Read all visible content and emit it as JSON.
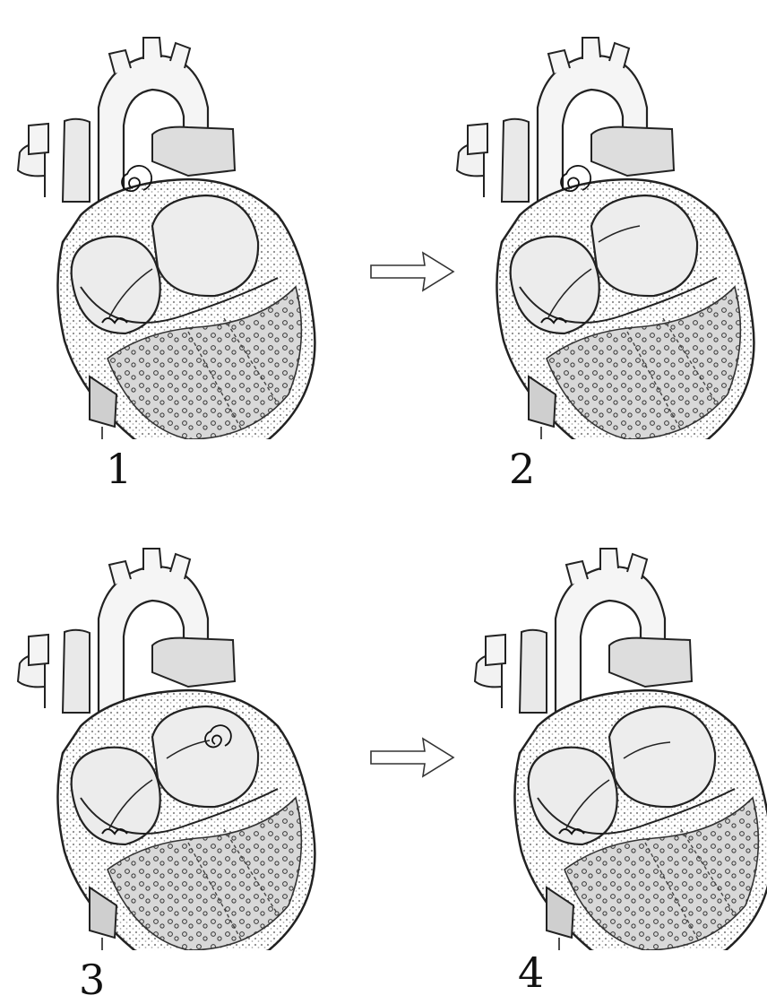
{
  "figure": {
    "panels": [
      {
        "label": "1",
        "spiral": "aorta"
      },
      {
        "label": "2",
        "spiral": "aorta"
      },
      {
        "label": "3",
        "spiral": "left-ventricle"
      },
      {
        "label": "4",
        "spiral": "none"
      }
    ],
    "arrows": [
      "from-1-to-2",
      "from-3-to-4"
    ]
  },
  "colors": {
    "ink": "#222222",
    "shade": "#9a9a9a",
    "paper": "#ffffff"
  }
}
